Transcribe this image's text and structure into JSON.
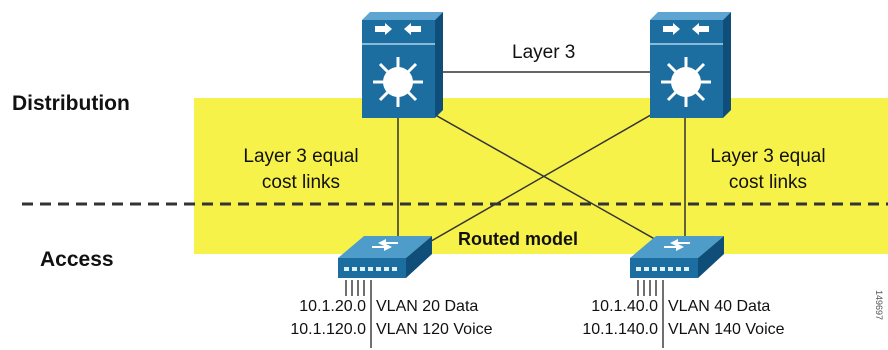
{
  "tiers": {
    "distribution": "Distribution",
    "access": "Access"
  },
  "links": {
    "top": "Layer 3",
    "left": [
      "Layer 3 equal",
      "cost links"
    ],
    "right": [
      "Layer 3 equal",
      "cost links"
    ]
  },
  "model": "Routed model",
  "subnets": {
    "left": [
      {
        "ip": "10.1.20.0",
        "vlan": "VLAN 20 Data"
      },
      {
        "ip": "10.1.120.0",
        "vlan": "VLAN 120 Voice"
      }
    ],
    "right": [
      {
        "ip": "10.1.40.0",
        "vlan": "VLAN 40 Data"
      },
      {
        "ip": "10.1.140.0",
        "vlan": "VLAN 140 Voice"
      }
    ]
  },
  "figure_id": "149697",
  "colors": {
    "highlight": "#f7f24a",
    "device": "#1d6ea0",
    "device_dark": "#0f4e78",
    "line": "#333333"
  }
}
